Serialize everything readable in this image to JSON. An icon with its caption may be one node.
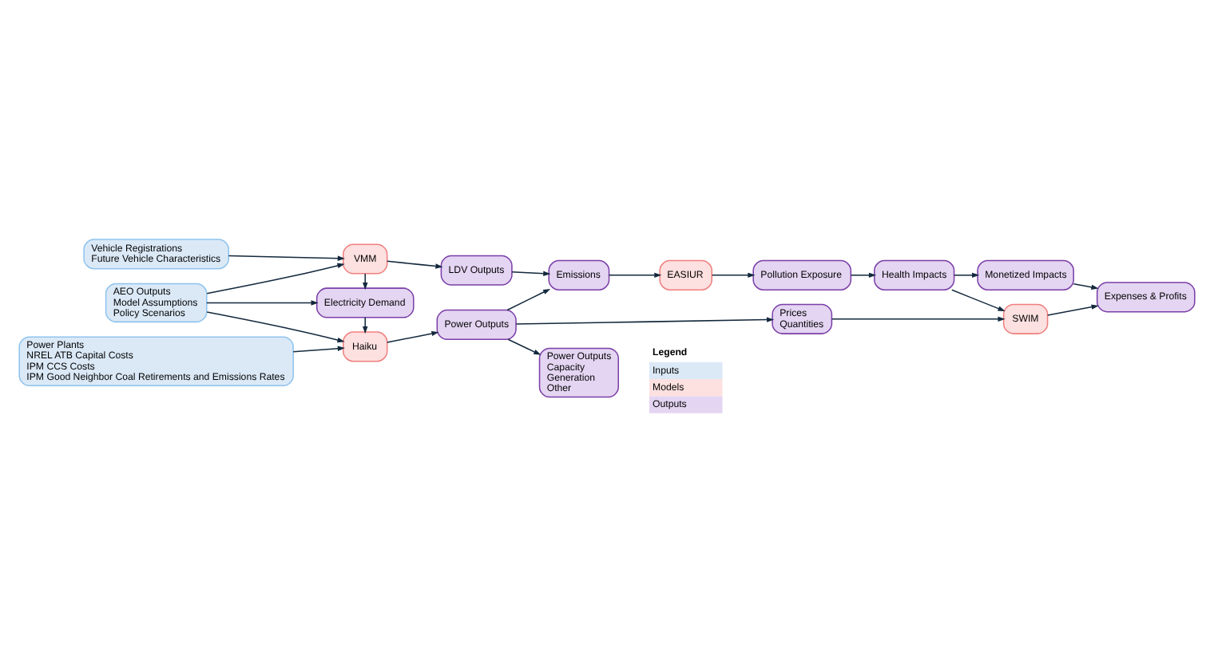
{
  "diagram": {
    "nodes": [
      {
        "text": [
          "Vehicle Registrations",
          "Future Vehicle Characteristics"
        ]
      },
      {
        "text": [
          "VMM"
        ]
      },
      {
        "text": [
          "LDV Outputs"
        ]
      },
      {
        "text": [
          "AEO Outputs",
          "Model Assumptions",
          "Policy Scenarios"
        ]
      },
      {
        "text": [
          "Electricity Demand"
        ]
      },
      {
        "text": [
          "Haiku"
        ]
      },
      {
        "text": [
          "Power Outputs"
        ]
      },
      {
        "text": [
          "Power Plants",
          "NREL ATB Capital Costs",
          "IPM CCS Costs",
          "IPM Good Neighbor Coal Retirements and Emissions Rates"
        ]
      },
      {
        "text": [
          "EASIUR"
        ]
      },
      {
        "text": [
          "Emissions"
        ]
      },
      {
        "text": [
          "Prices",
          "Quantities"
        ]
      },
      {
        "text": [
          "Power Outputs",
          "Capacity",
          "Generation",
          "Other"
        ]
      },
      {
        "text": [
          "Pollution Exposure"
        ]
      },
      {
        "text": [
          "Health Impacts"
        ]
      },
      {
        "text": [
          "Monetized Impacts"
        ]
      },
      {
        "text": [
          "SWIM"
        ]
      },
      {
        "text": [
          "Expenses & Profits"
        ]
      }
    ],
    "edges": [
      {
        "from": 0,
        "to": 1,
        "arrow": "to"
      },
      {
        "from": 3,
        "to": 1,
        "arrow": "to"
      },
      {
        "from": 1,
        "to": 2,
        "arrow": "to"
      },
      {
        "from": 1,
        "to": 4,
        "arrow": "to"
      },
      {
        "from": 3,
        "to": 4,
        "arrow": "to"
      },
      {
        "from": 4,
        "to": 5,
        "arrow": "to"
      },
      {
        "from": 3,
        "to": 5,
        "arrow": "to"
      },
      {
        "from": 7,
        "to": 5,
        "arrow": "to"
      },
      {
        "from": 5,
        "to": 6,
        "arrow": "to"
      },
      {
        "from": 2,
        "to": 9,
        "arrow": "to"
      },
      {
        "from": 6,
        "to": 9,
        "arrow": "to"
      },
      {
        "from": 9,
        "to": 8,
        "arrow": "to"
      },
      {
        "from": 8,
        "to": 12,
        "arrow": "to"
      },
      {
        "from": 12,
        "to": 13,
        "arrow": "to"
      },
      {
        "from": 13,
        "to": 14,
        "arrow": "to"
      },
      {
        "from": 13,
        "to": 15,
        "arrow": "to"
      },
      {
        "from": 14,
        "to": 16,
        "arrow": "to"
      },
      {
        "from": 6,
        "to": 10,
        "arrow": "to"
      },
      {
        "from": 10,
        "to": 15,
        "arrow": "to"
      },
      {
        "from": 15,
        "to": 16,
        "arrow": "to"
      },
      {
        "from": 6,
        "to": 11,
        "arrow": "to"
      }
    ],
    "labels": [
      "Legend"
    ],
    "legend": [
      {
        "text": "Inputs",
        "color": "#dbe9f7"
      },
      {
        "text": "Models",
        "color": "#fde0e0"
      },
      {
        "text": "Outputs",
        "color": "#e4d5f2"
      }
    ]
  }
}
